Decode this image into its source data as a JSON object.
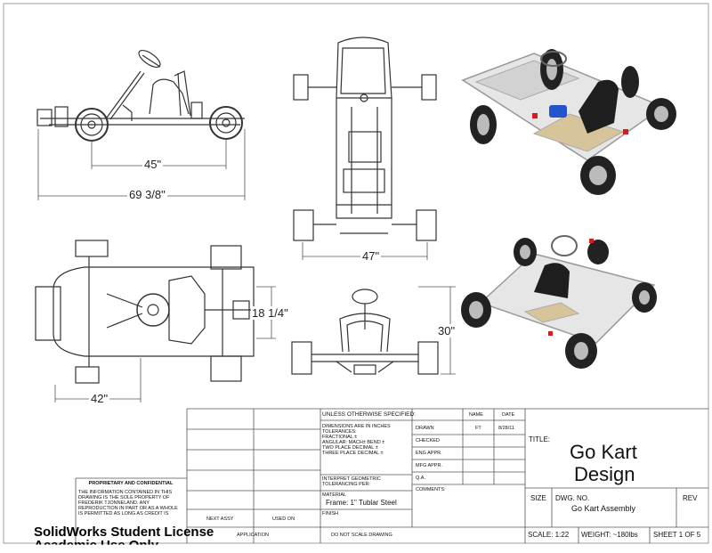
{
  "dimensions": {
    "wheelbase": "45\"",
    "overall_length": "69 3/8\"",
    "front_track": "47\"",
    "rear_track": "42\"",
    "seat_offset": "18 1/4\"",
    "height": "30\""
  },
  "title_block": {
    "unless_specified": "UNLESS OTHERWISE SPECIFIED:",
    "tolerance_lines": [
      "DIMENSIONS ARE IN INCHES",
      "TOLERANCES:",
      "FRACTIONAL ±",
      "ANGULAR: MACH±   BEND ±",
      "TWO PLACE DECIMAL   ±",
      "THREE PLACE DECIMAL  ±"
    ],
    "interpret": "INTERPRET GEOMETRIC TOLERANCING PER:",
    "material_label": "MATERIAL",
    "material_value": "Frame: 1\" Tublar Steel",
    "finish_label": "FINISH",
    "next_assy": "NEXT ASSY",
    "used_on": "USED ON",
    "application": "APPLICATION",
    "do_not_scale": "DO NOT SCALE DRAWING",
    "name_header": "NAME",
    "date_header": "DATE",
    "rows": [
      {
        "label": "DRAWN",
        "name": "FT",
        "date": "8/28/11"
      },
      {
        "label": "CHECKED",
        "name": "",
        "date": ""
      },
      {
        "label": "ENG APPR.",
        "name": "",
        "date": ""
      },
      {
        "label": "MFG APPR.",
        "name": "",
        "date": ""
      },
      {
        "label": "Q.A.",
        "name": "",
        "date": ""
      }
    ],
    "comments": "COMMENTS:",
    "title_label": "TITLE:",
    "title_line1": "Go Kart",
    "title_line2": "Design",
    "size_label": "SIZE",
    "dwg_no_label": "DWG.  NO.",
    "dwg_no_value": "Go Kart Assembly",
    "rev_label": "REV",
    "scale": "SCALE: 1:22",
    "weight": "WEIGHT: ~180lbs",
    "sheet": "SHEET 1 OF 5"
  },
  "proprietary": {
    "heading": "PROPRIETARY AND CONFIDENTIAL",
    "body": "THE INFORMATION CONTAINED IN THIS DRAWING IS THE SOLE PROPERTY OF FREDERIK TJONNELAND.  ANY REPRODUCTION IN PART OR AS A WHOLE IS PERMITTED AS LONG AS CREDIT IS"
  },
  "watermark": {
    "line1": "SolidWorks Student License",
    "line2": "Academic Use Only"
  }
}
